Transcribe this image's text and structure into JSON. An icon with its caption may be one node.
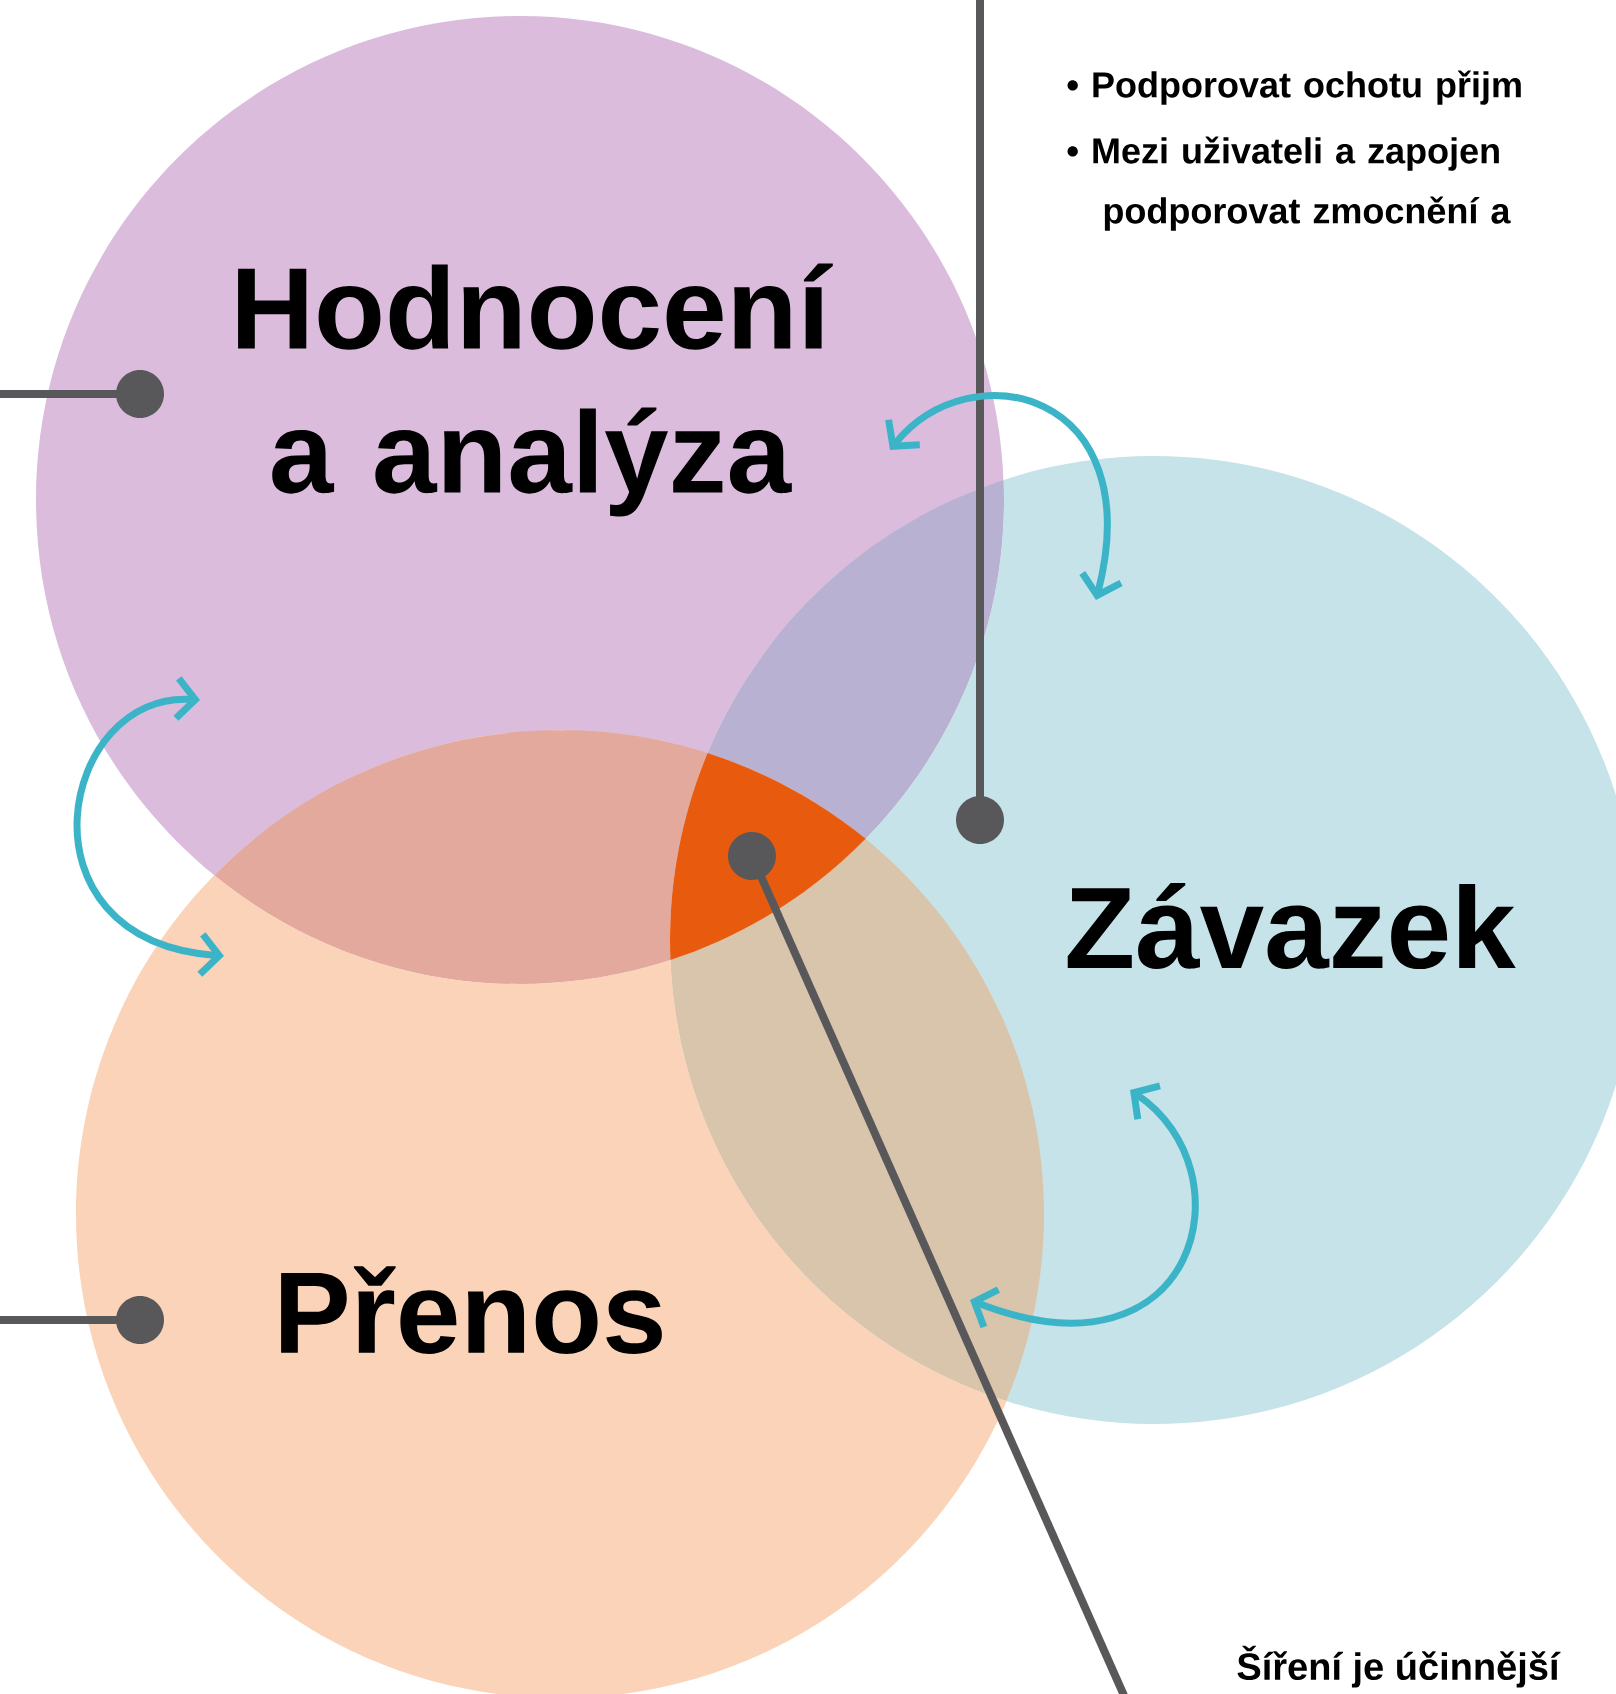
{
  "diagram": {
    "nodes": [
      {
        "text": [
          "Hodnocení a analýza"
        ]
      },
      {
        "text": [
          "Závazek"
        ]
      },
      {
        "text": [
          "Přenos"
        ]
      },
      {
        "text": [],
        "shape": "wedge"
      },
      {
        "text": [
          "Šíření je účinnější"
        ]
      }
    ],
    "edges": [
      {
        "from": null,
        "to": 0,
        "arrow": "other"
      },
      {
        "from": null,
        "to": 1,
        "arrow": "other"
      },
      {
        "from": null,
        "to": 2,
        "arrow": "other"
      },
      {
        "from": 4,
        "to": 3,
        "arrow": "other"
      },
      {
        "from": 0,
        "to": 1,
        "arrow": "both",
        "color": "#3cb4c8"
      },
      {
        "from": 0,
        "to": 2,
        "arrow": "both",
        "color": "#3cb4c8"
      },
      {
        "from": 1,
        "to": 2,
        "arrow": "both",
        "color": "#3cb4c8"
      }
    ],
    "labels": [
      "• Podporovat ochotu přijm",
      "• Mezi uživateli a zapojen podporovat zmocnění a"
    ]
  }
}
